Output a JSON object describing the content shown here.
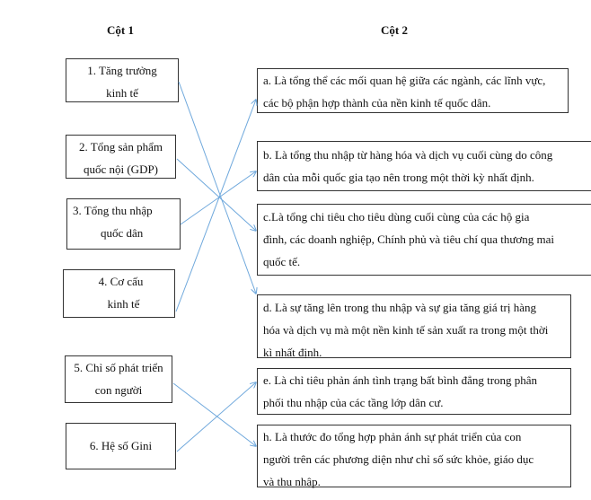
{
  "headers": {
    "column1": "Cột 1",
    "column2": "Cột 2"
  },
  "column1": [
    {
      "id": "1",
      "lines": [
        "1. Tăng trưởng",
        "kinh tế"
      ]
    },
    {
      "id": "2",
      "lines": [
        "2.  Tổng sản phẩm",
        "quốc nội (GDP)"
      ]
    },
    {
      "id": "3",
      "lines": [
        "3. Tổng thu nhập",
        "quốc dân"
      ]
    },
    {
      "id": "4",
      "lines": [
        "4. Cơ cấu",
        "kinh tế"
      ]
    },
    {
      "id": "5",
      "lines": [
        "5. Chỉ số phát triển",
        "con người"
      ]
    },
    {
      "id": "6",
      "lines": [
        "6. Hệ số Gini"
      ]
    }
  ],
  "column2": [
    {
      "id": "a",
      "lines": [
        "a. Là tổng thể các mối quan hệ giữa các ngành, các lĩnh vực,",
        "các bộ phận hợp thành của nền kinh tế quốc dân."
      ]
    },
    {
      "id": "b",
      "lines": [
        "b. Là tổng thu nhập từ hàng hóa và dịch vụ cuối cùng do công",
        "dân của mỗi quốc gia tạo nên trong một thời kỳ nhất định."
      ]
    },
    {
      "id": "c",
      "lines": [
        "c.Là tổng chi tiêu cho tiêu dùng cuối cùng của các hộ gia",
        "đình, các doanh nghiệp, Chính phủ và tiêu chí qua thương mai",
        "quốc tế."
      ]
    },
    {
      "id": "d",
      "lines": [
        "d. Là sự tăng lên trong thu nhập và sự gia tăng giá trị hàng",
        "hóa và dịch vụ mà một nền kinh tế sản xuất ra trong một thời",
        "kì nhất định."
      ]
    },
    {
      "id": "e",
      "lines": [
        "e. Là chỉ tiêu phản ánh tình trạng bất bình đẳng trong phân",
        "phối thu nhập của các tầng lớp dân cư."
      ]
    },
    {
      "id": "h",
      "lines": [
        "h. Là thước đo tổng hợp phản ánh sự phát triển của con",
        "người trên các phương diện như chỉ số sức khỏe, giáo dục",
        "và thu nhập."
      ]
    }
  ],
  "matches": [
    {
      "from": "1",
      "to": "d"
    },
    {
      "from": "2",
      "to": "c"
    },
    {
      "from": "3",
      "to": "b"
    },
    {
      "from": "4",
      "to": "a"
    },
    {
      "from": "5",
      "to": "h"
    },
    {
      "from": "6",
      "to": "e"
    }
  ],
  "colors": {
    "connector": "#6fa8dc",
    "border": "#333333"
  }
}
